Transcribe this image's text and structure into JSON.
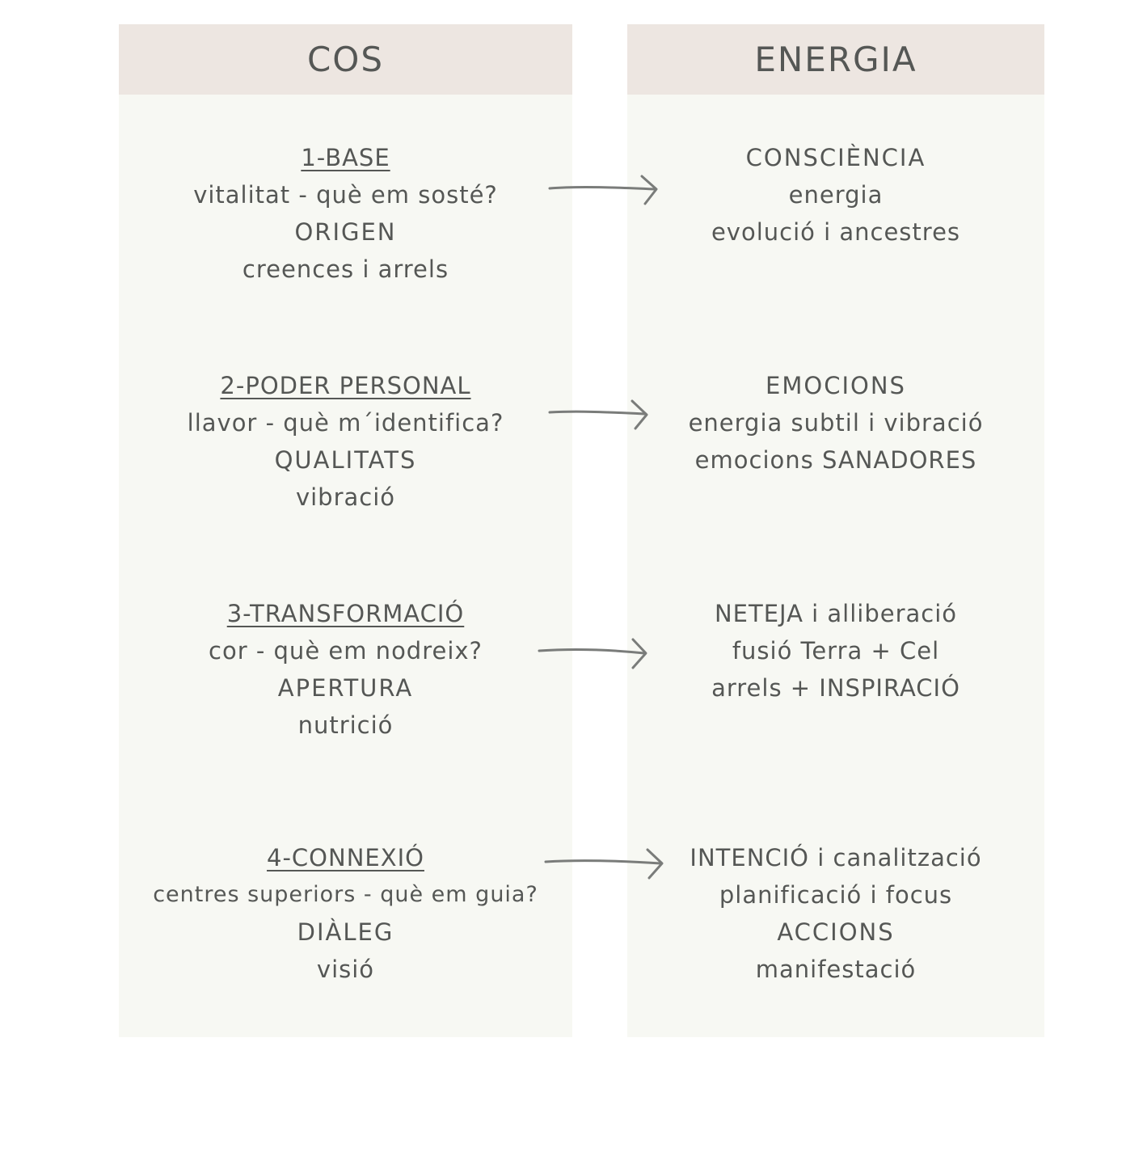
{
  "columns": {
    "left": {
      "header": "COS",
      "blocks": [
        {
          "title": "1-BASE",
          "lines": [
            "vitalitat - què em sosté?",
            "ORIGEN",
            "creences i arrels"
          ]
        },
        {
          "title": "2-PODER PERSONAL",
          "lines": [
            "llavor - què m´identifica?",
            "QUALITATS",
            "vibració"
          ]
        },
        {
          "title": "3-TRANSFORMACIÓ",
          "lines": [
            "cor - què em nodreix?",
            "APERTURA",
            "nutrició"
          ]
        },
        {
          "title": "4-CONNEXIÓ",
          "lines": [
            "centres superiors - què em guia?",
            "DIÀLEG",
            "visió"
          ]
        }
      ]
    },
    "right": {
      "header": "ENERGIA",
      "blocks": [
        {
          "lines": [
            "CONSCIÈNCIA",
            "energia",
            "evolució i ancestres"
          ]
        },
        {
          "lines": [
            "EMOCIONS",
            "energia subtil i vibració",
            "emocions SANADORES"
          ]
        },
        {
          "lines": [
            "NETEJA i alliberació",
            "fusió Terra + Cel",
            "arrels + INSPIRACIÓ"
          ]
        },
        {
          "lines": [
            "INTENCIÓ i canalització",
            "planificació i focus",
            "ACCIONS",
            "manifestació"
          ]
        }
      ]
    }
  },
  "colors": {
    "header_bg": "#ede6e1",
    "column_bg": "#f7f8f3",
    "text": "#555755",
    "arrow": "#7a7c7a"
  },
  "icons": [
    "arrow-right-icon"
  ]
}
